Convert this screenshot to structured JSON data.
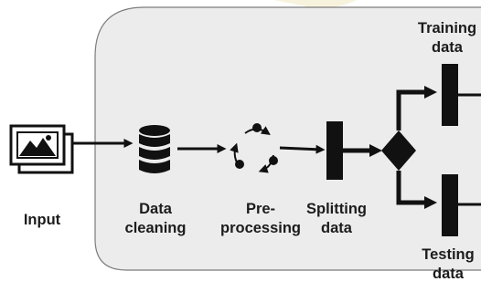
{
  "labels": {
    "input": "Input",
    "data_cleaning": [
      "Data",
      "cleaning"
    ],
    "preprocessing": [
      "Pre-",
      "processing"
    ],
    "splitting": [
      "Splitting",
      "data"
    ],
    "training": [
      "Training",
      "data"
    ],
    "testing": [
      "Testing",
      "data"
    ]
  },
  "colors": {
    "panel_fill": "#ececec",
    "panel_border": "#7a7a7a",
    "ink": "#111111",
    "watermark": "#f3ecd0"
  },
  "icons": {
    "input": "image-stack-icon",
    "data_cleaning": "database-icon",
    "preprocessing": "cycle-icon",
    "splitting": "split-bar-icon",
    "decision": "decision-diamond-icon"
  }
}
